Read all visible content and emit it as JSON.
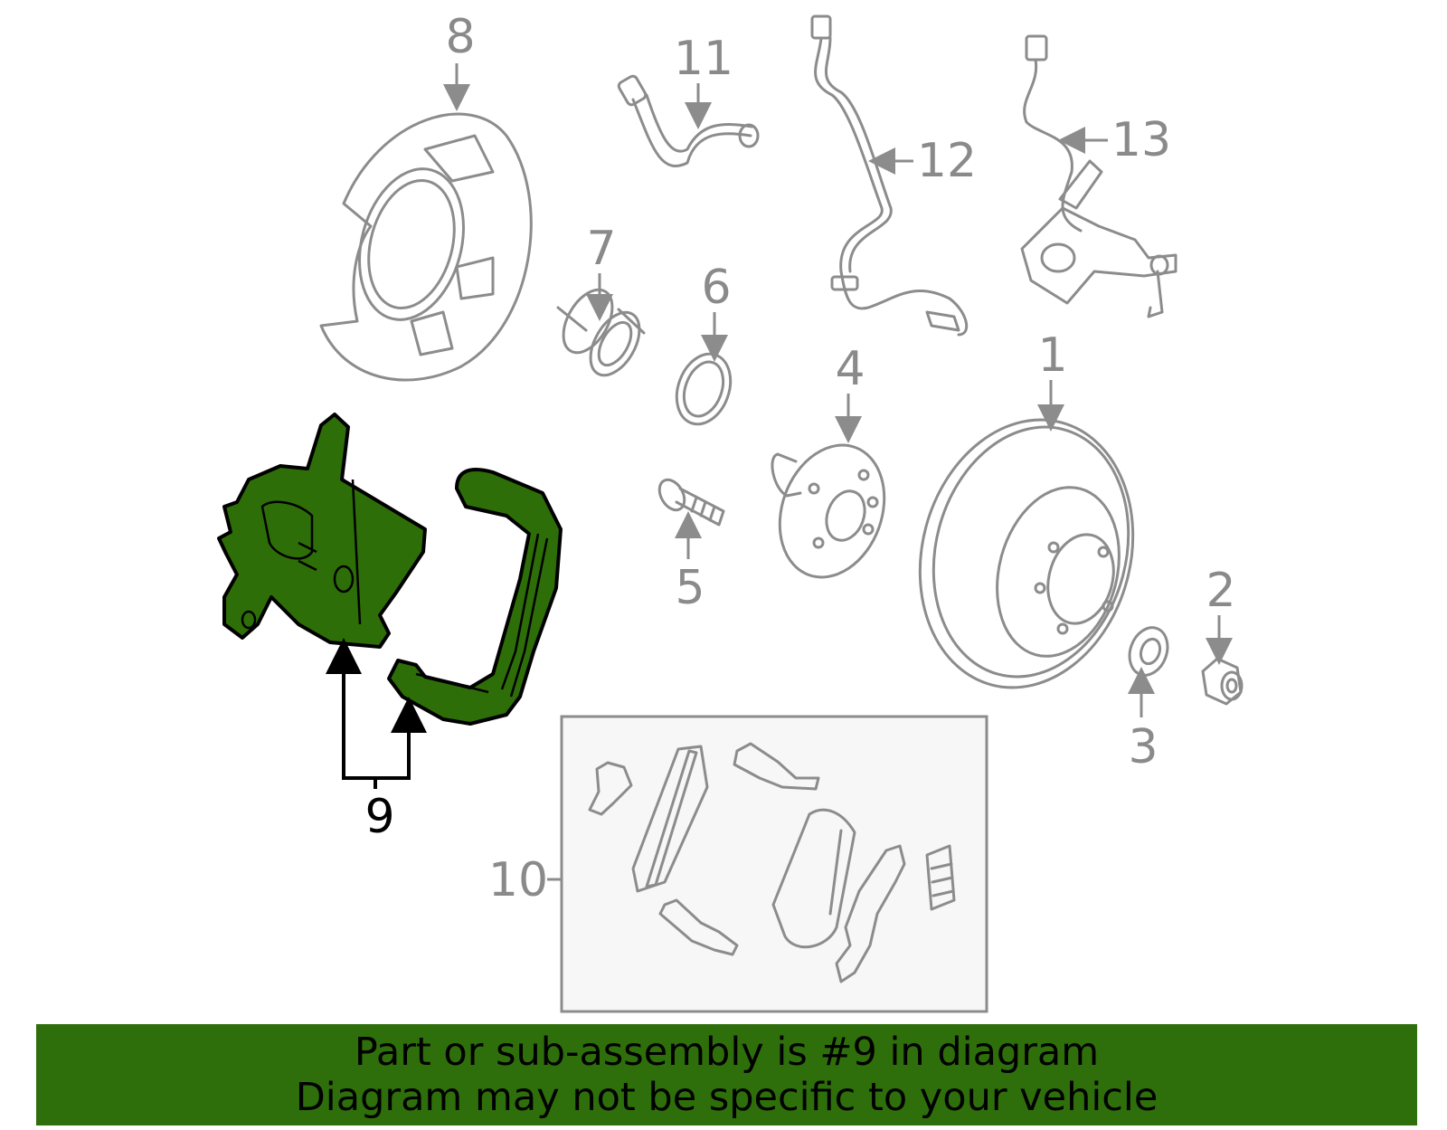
{
  "diagram": {
    "callouts": {
      "c1": "1",
      "c2": "2",
      "c3": "3",
      "c4": "4",
      "c5": "5",
      "c6": "6",
      "c7": "7",
      "c8": "8",
      "c9": "9",
      "c10": "10",
      "c11": "11",
      "c12": "12",
      "c13": "13"
    },
    "highlighted_part": "9",
    "colors": {
      "highlight_fill": "#2e6e08",
      "banner_bg": "#2e6f0b",
      "part_stroke": "#8c8c8c"
    }
  },
  "banner": {
    "line1": "Part or sub-assembly is #9 in diagram",
    "line2": "Diagram may not be specific to your vehicle"
  }
}
